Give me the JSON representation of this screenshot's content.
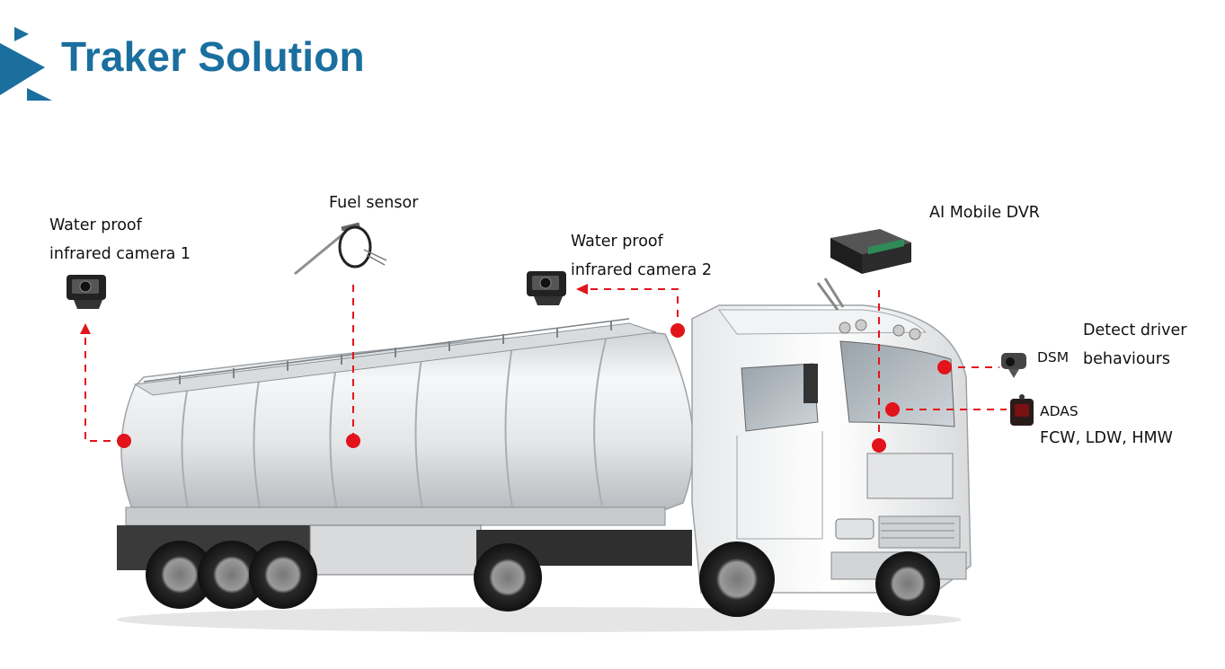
{
  "header": {
    "title": "Traker Solution"
  },
  "labels": {
    "camera1": {
      "line1": "Water proof",
      "line2": "infrared  camera 1"
    },
    "fuel": "Fuel sensor",
    "camera2": {
      "line1": "Water proof",
      "line2": "infrared  camera 2"
    },
    "dvr": "AI Mobile DVR",
    "dsm": "DSM",
    "dsm_desc": {
      "line1": "Detect driver",
      "line2": "behaviours"
    },
    "adas": "ADAS",
    "adas_desc": "FCW, LDW, HMW"
  },
  "colors": {
    "brand": "#1a6f9f",
    "marker": "#e3131b",
    "line": "#e3131b"
  },
  "icons": [
    "camera-icon",
    "fuel-sensor-icon",
    "dvr-icon",
    "dsm-icon",
    "adas-icon",
    "tanker-truck-illustration"
  ]
}
